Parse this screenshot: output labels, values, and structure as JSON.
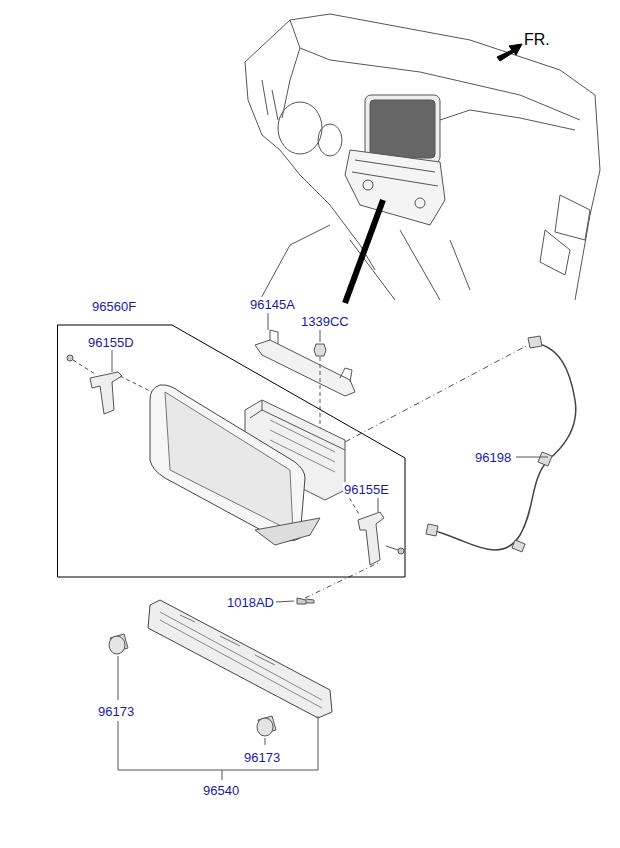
{
  "diagram": {
    "nodes": [
      {
        "text": [
          "96560F"
        ]
      },
      {
        "text": [
          "96155D"
        ],
        "in": 0
      },
      {
        "text": [
          "96155E"
        ],
        "in": 0
      }
    ],
    "labels": [
      "FR.",
      "96145A",
      "1339CC",
      "96198",
      "1018AD",
      "96173",
      "96173",
      "96540"
    ]
  }
}
